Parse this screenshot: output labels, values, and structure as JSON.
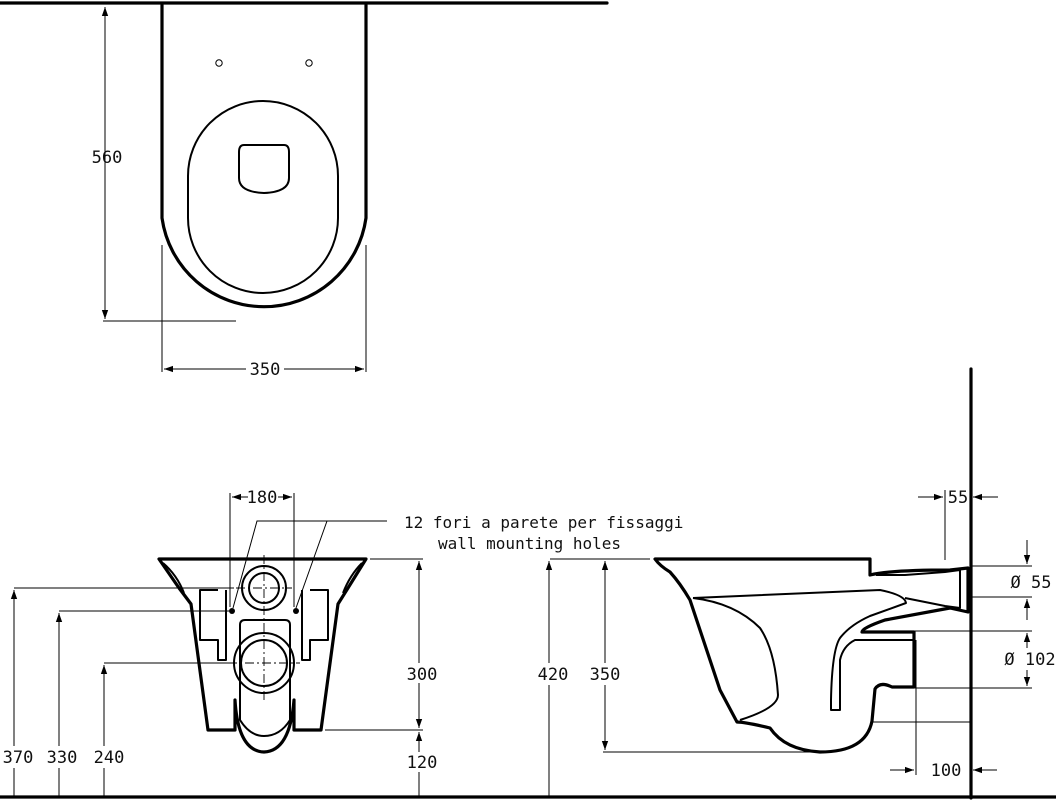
{
  "drawing": {
    "top_view": {
      "depth_label": "560",
      "width_label": "350"
    },
    "front_view": {
      "hole_spacing_label": "180",
      "height_370": "370",
      "height_330": "330",
      "height_240": "240",
      "height_300": "300",
      "height_120": "120"
    },
    "note": {
      "line1": "12 fori a parete per fissaggi",
      "line2": "wall mounting holes"
    },
    "side_view": {
      "wall_offset_label": "55",
      "outlet_diameter_label": "Ø 55",
      "inlet_diameter_label": "Ø 102",
      "height_420": "420",
      "height_350": "350",
      "bottom_offset_label": "100"
    }
  }
}
